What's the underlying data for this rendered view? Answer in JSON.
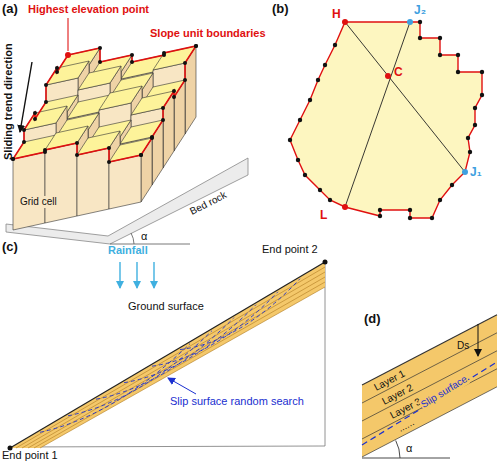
{
  "diagram": {
    "labels": [
      "(a)",
      "Highest elevation point",
      "Slope unit boundaries",
      "Sliding trend direction",
      "Grid cell",
      "Bed rock",
      "α",
      "(b)",
      "H",
      "J₂",
      "C",
      "J₁",
      "L",
      "(c)",
      "Rainfall",
      "End point 2",
      "Ground surface",
      "Slip surface random search",
      "End point 1",
      "(d)",
      "Layer 1",
      "Layer 2",
      "Layer 3",
      "......",
      "Ds",
      "Slip surface",
      "α"
    ]
  }
}
